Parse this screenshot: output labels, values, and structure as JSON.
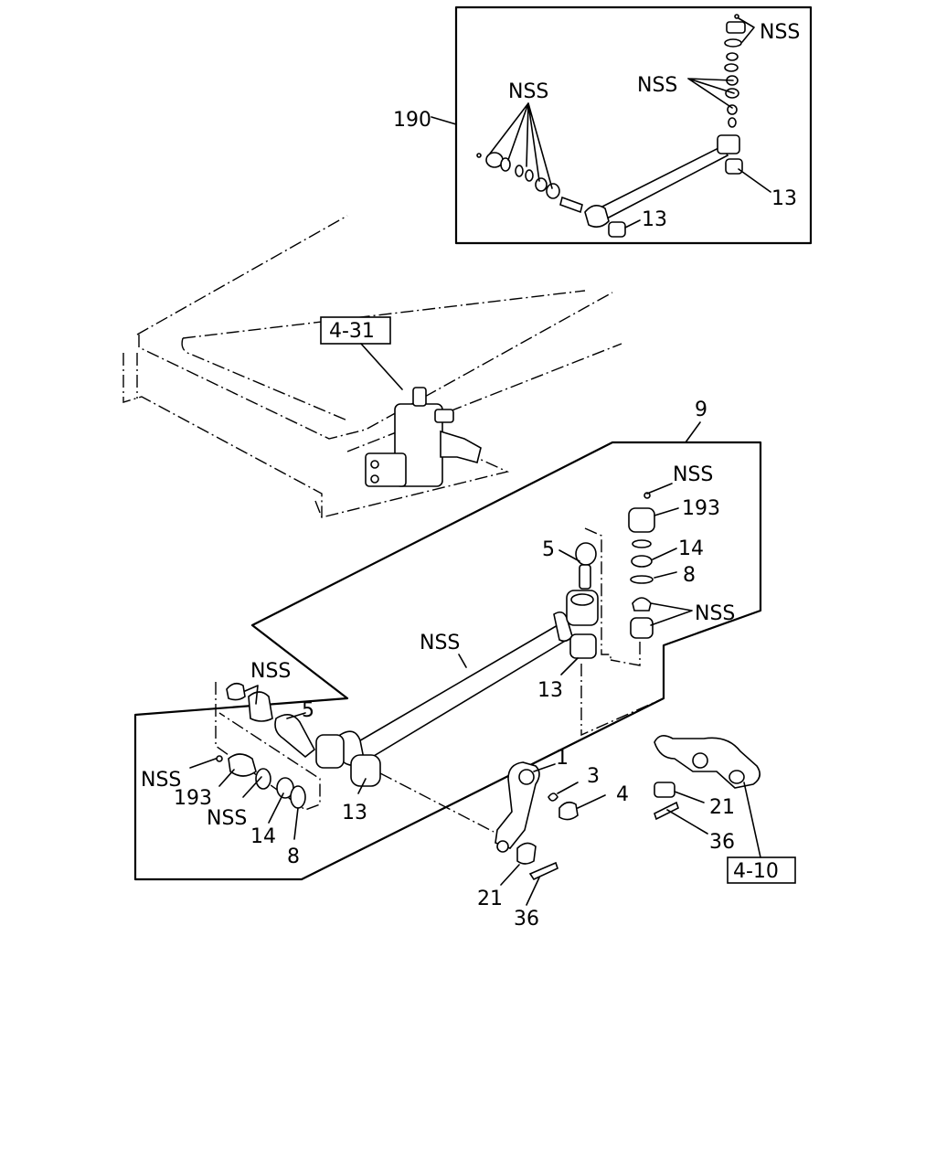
{
  "references": {
    "steering_gear": "4-31",
    "idler_arm": "4-10"
  },
  "callouts": {
    "assembly_190": "190",
    "assembly_9": "9",
    "inset_nss_left": "NSS",
    "inset_nss_top": "NSS",
    "inset_nss_mid": "NSS",
    "inset_13_right": "13",
    "inset_13_left": "13",
    "nss_top_right": "NSS",
    "p193_right": "193",
    "p14_right": "14",
    "p8_right": "8",
    "nss_right_boot": "NSS",
    "p5_right": "5",
    "nss_tube": "NSS",
    "p13_right": "13",
    "nss_left_boot": "NSS",
    "p5_left": "5",
    "nss_left_nipple": "NSS",
    "p193_left": "193",
    "nss_left_ring": "NSS",
    "p14_left": "14",
    "p8_left": "8",
    "p13_left": "13",
    "p1": "1",
    "p3": "3",
    "p4": "4",
    "p21_right": "21",
    "p36_right": "36",
    "p21_bottom": "21",
    "p36_bottom": "36"
  }
}
